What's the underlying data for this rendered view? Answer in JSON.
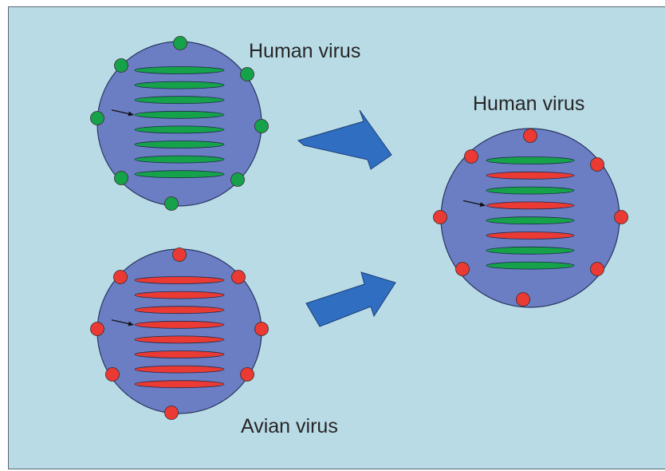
{
  "labels": {
    "top_left": "Human virus",
    "bottom_left": "Avian virus",
    "right": "Human virus"
  },
  "colors": {
    "background": "#b9dbe6",
    "virion": "#6b7ec4",
    "virion_outline": "#2b3560",
    "human": "#15a24a",
    "avian": "#ea3a33",
    "arrow": "#2f6ec0",
    "arrow_outline": "#1d3f78",
    "pointer": "#111111"
  },
  "viruses": [
    {
      "id": "human-virus-top",
      "label_key": "top_left",
      "segments": [
        "human",
        "human",
        "human",
        "human",
        "human",
        "human",
        "human",
        "human"
      ],
      "surface_proteins": "human",
      "marked_segment": 3
    },
    {
      "id": "avian-virus-bottom",
      "label_key": "bottom_left",
      "segments": [
        "avian",
        "avian",
        "avian",
        "avian",
        "avian",
        "avian",
        "avian",
        "avian"
      ],
      "surface_proteins": "avian",
      "marked_segment": 3
    },
    {
      "id": "reassortant-virus",
      "label_key": "right",
      "segments": [
        "human",
        "avian",
        "human",
        "avian",
        "human",
        "avian",
        "human",
        "human"
      ],
      "surface_proteins": "avian",
      "marked_segment": 3
    }
  ]
}
